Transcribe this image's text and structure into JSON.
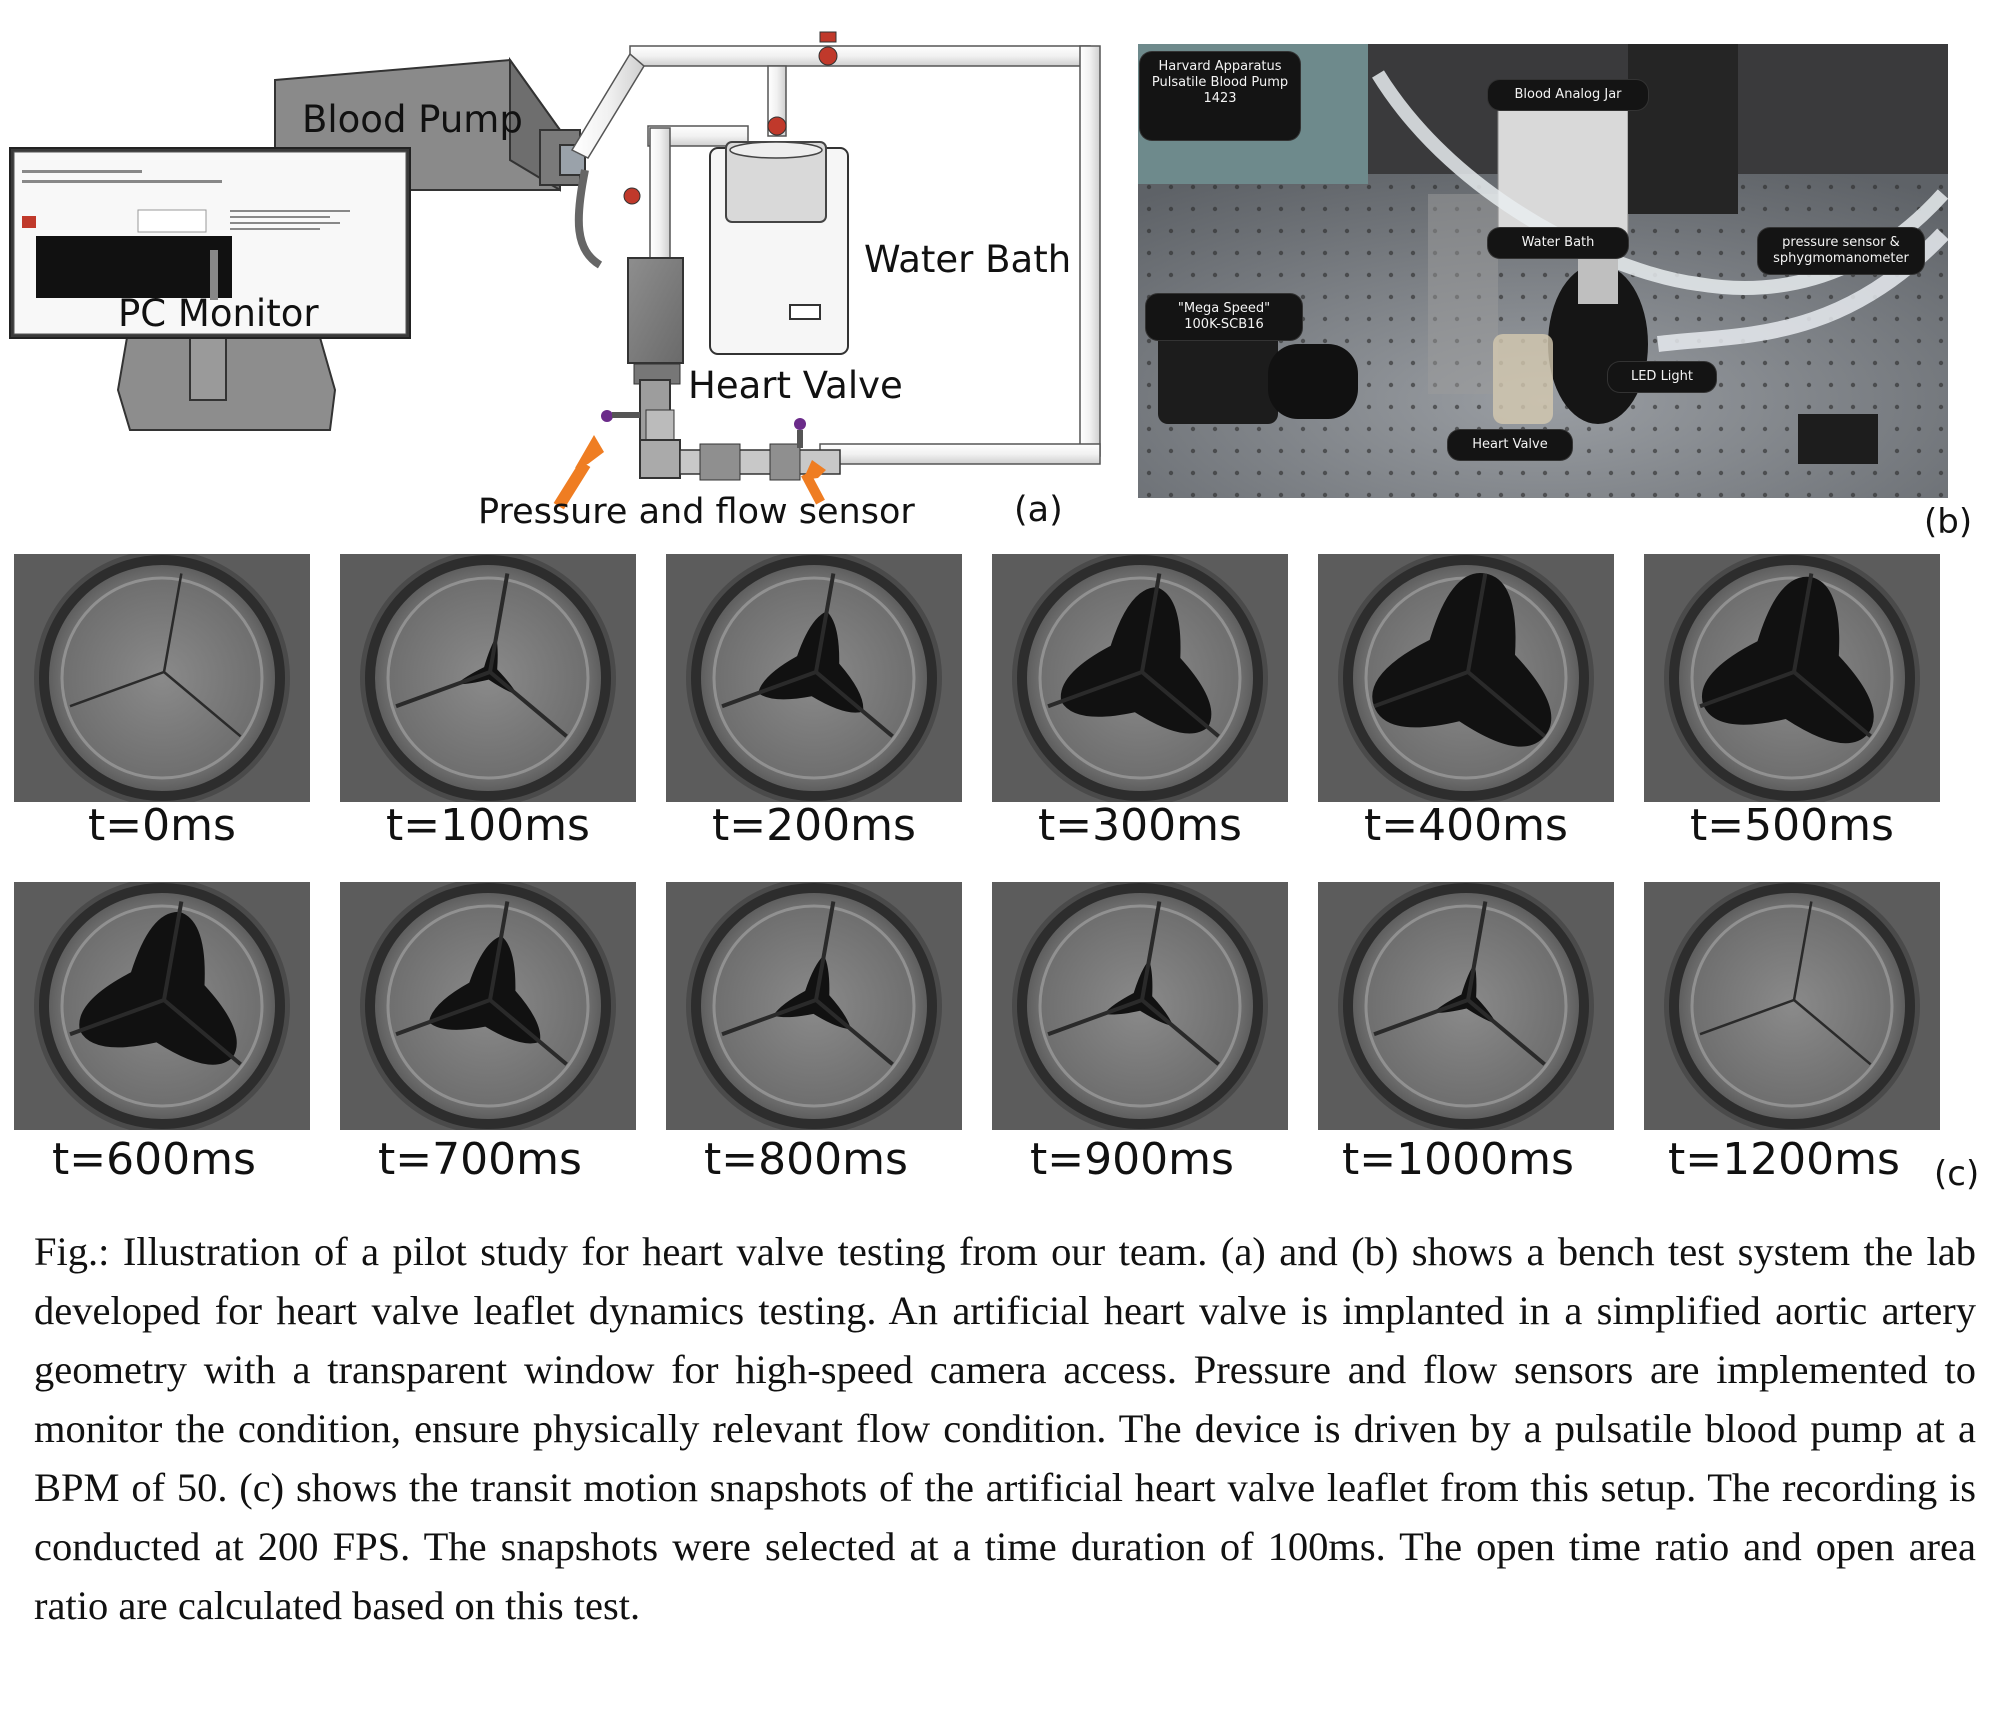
{
  "panel_a": {
    "labels": {
      "blood_pump": "Blood Pump",
      "pc_monitor": "PC Monitor",
      "water_bath": "Water Bath",
      "heart_valve": "Heart Valve",
      "sensor": "Pressure and flow sensor"
    },
    "letter": "(a)"
  },
  "panel_b": {
    "tags": {
      "pump": "Harvard Apparatus\nPulsatile Blood Pump\n1423",
      "jar": "Blood Analog Jar",
      "water_bath": "Water Bath",
      "pressure": "pressure sensor &\nsphygmomanometer",
      "camera": "\"Mega Speed\"\n100K-SCB16",
      "led": "LED Light",
      "heart_valve": "Heart Valve"
    },
    "letter": "(b)"
  },
  "panel_c": {
    "letter": "(c)",
    "snapshots": [
      {
        "label": "t=0ms",
        "open": 0.0
      },
      {
        "label": "t=100ms",
        "open": 0.08
      },
      {
        "label": "t=200ms",
        "open": 0.45
      },
      {
        "label": "t=300ms",
        "open": 0.8
      },
      {
        "label": "t=400ms",
        "open": 1.0
      },
      {
        "label": "t=500ms",
        "open": 0.95
      },
      {
        "label": "t=600ms",
        "open": 0.85
      },
      {
        "label": "t=700ms",
        "open": 0.5
      },
      {
        "label": "t=800ms",
        "open": 0.22
      },
      {
        "label": "t=900ms",
        "open": 0.15
      },
      {
        "label": "t=1000ms",
        "open": 0.1
      },
      {
        "label": "t=1200ms",
        "open": 0.0
      }
    ]
  },
  "caption": "Fig.: Illustration of a pilot study for heart valve testing from our team. (a) and (b) shows a bench test system the lab developed for heart valve leaflet dynamics testing. An artificial heart valve is implanted in a simplified aortic artery geometry with a transparent window for high-speed camera access. Pressure and flow sensors are implemented to monitor the condition, ensure physically relevant flow condition. The device is driven by a pulsatile blood pump at a BPM of 50. (c) shows the transit motion snapshots of the artificial heart valve leaflet from this setup. The recording is conducted at 200 FPS. The snapshots were selected at a time duration of 100ms. The open time ratio and open area ratio are calculated based on this test."
}
